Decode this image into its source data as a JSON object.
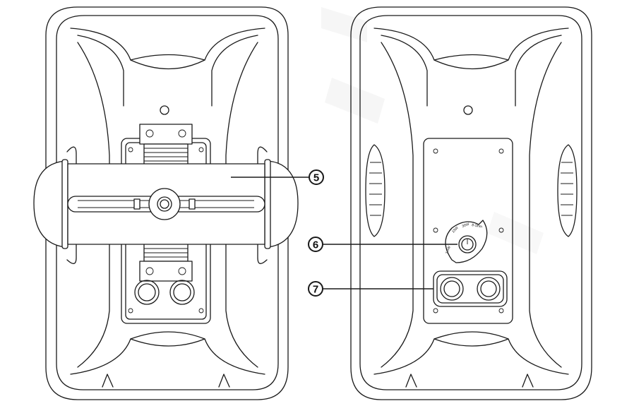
{
  "callouts": {
    "c5": {
      "label": "5",
      "part": "mounting-bracket"
    },
    "c6": {
      "label": "6",
      "part": "power-tap-selector"
    },
    "c7": {
      "label": "7",
      "part": "input-terminals"
    }
  },
  "selector": {
    "marks": [
      "7.5W",
      "15W",
      "30W",
      "8 Ohm"
    ]
  },
  "colors": {
    "line": "#1a1a1a",
    "background": "#ffffff",
    "watermark": "#f0f0f0"
  }
}
